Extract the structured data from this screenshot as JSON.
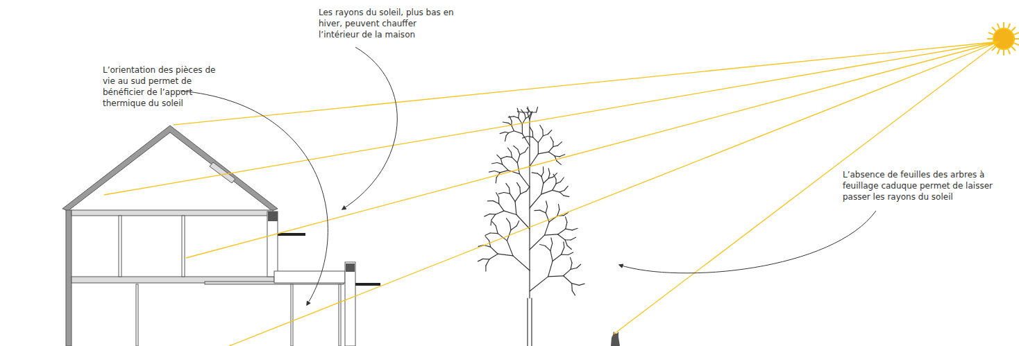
{
  "diagram": {
    "labels": [
      "Les rayons du soleil, plus bas en hiver, peuvent chauffer l’intérieur de la maison",
      "L’orientation des pièces de vie au sud permet de bénéficier de l’apport thermique du soleil",
      "L’absence de feuilles des arbres à feuillage caduque permet de laisser passer les rayons du soleil"
    ]
  }
}
